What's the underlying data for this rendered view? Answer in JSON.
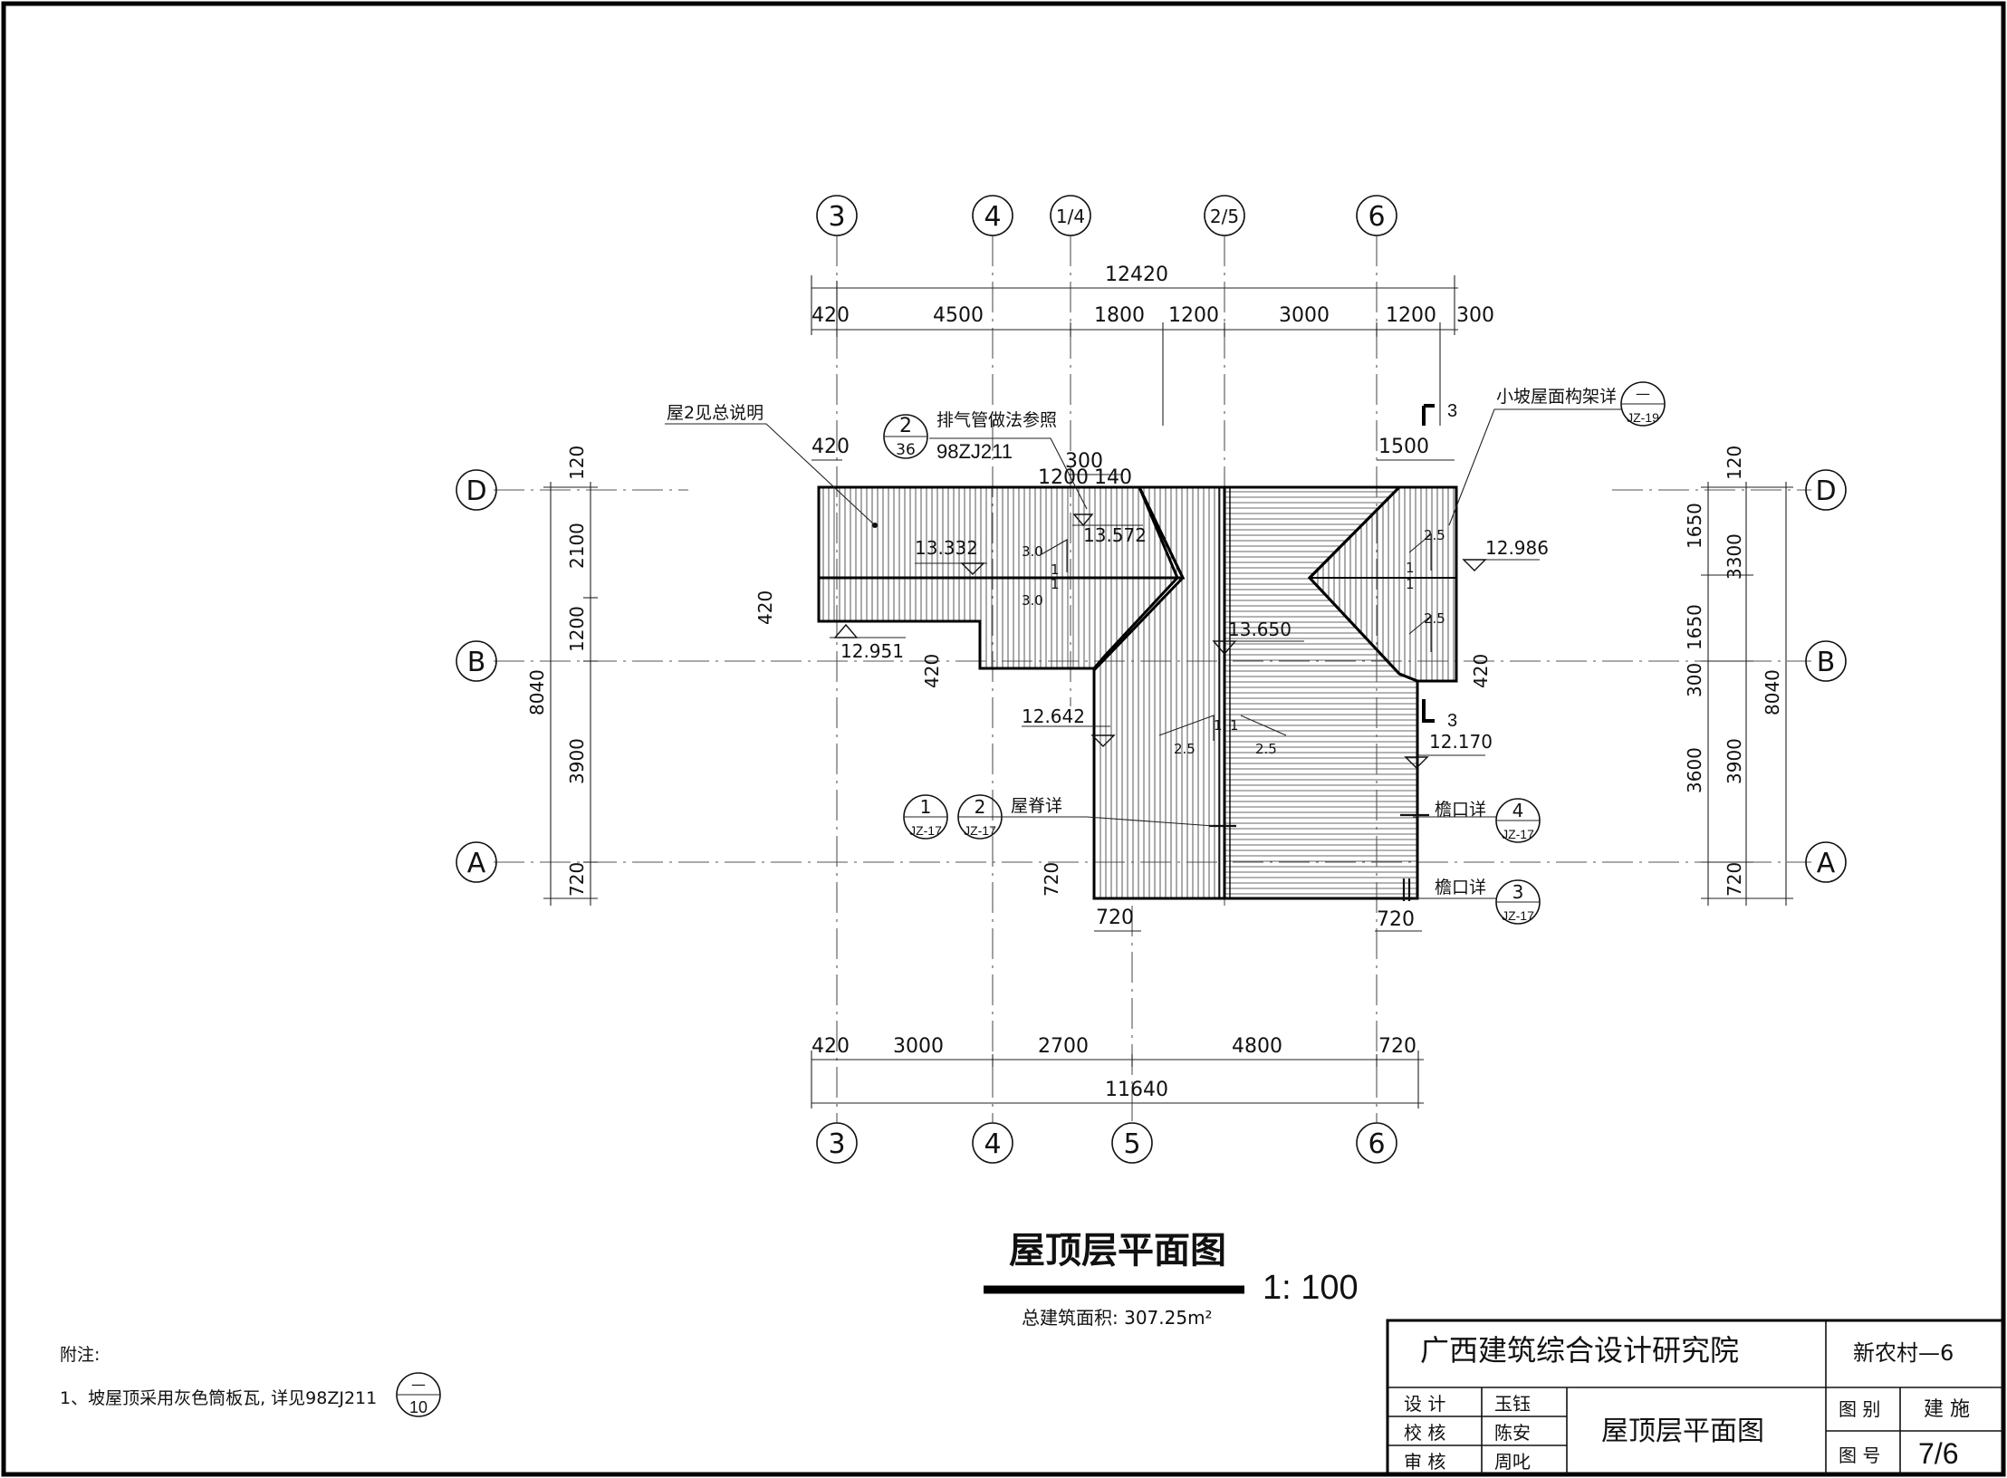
{
  "grid_top": [
    "3",
    "4",
    "1/4",
    "2/5",
    "6"
  ],
  "grid_bottom": [
    "3",
    "4",
    "5",
    "6"
  ],
  "grid_rows": [
    "D",
    "B",
    "A"
  ],
  "dims_top": {
    "total": "12420",
    "segments": [
      "420",
      "4500",
      "1800",
      "1200",
      "3000",
      "1200",
      "300"
    ],
    "extra": [
      "420",
      "1500",
      "300",
      "1200",
      "140"
    ]
  },
  "dims_bottom": {
    "total": "11640",
    "segments": [
      "420",
      "3000",
      "2700",
      "4800",
      "720"
    ],
    "extra": [
      "720",
      "720"
    ]
  },
  "dims_left": {
    "total": "8040",
    "segments": [
      "120",
      "2100",
      "1200",
      "3900",
      "720"
    ],
    "extra": [
      "420",
      "420",
      "720"
    ]
  },
  "dims_right": {
    "total": "8040",
    "outer": [
      "120",
      "3300",
      "3900",
      "720"
    ],
    "inner": [
      "1650",
      "1650",
      "300",
      "3600"
    ],
    "extra": [
      "420"
    ]
  },
  "elevations": [
    "13.332",
    "13.572",
    "12.951",
    "13.650",
    "12.642",
    "12.986",
    "12.170"
  ],
  "slopes": [
    "3.0",
    "3.0",
    "1",
    "1",
    "2.5",
    "2.5",
    "2.5",
    "2.5",
    "1",
    "1",
    "1",
    "1"
  ],
  "callouts": {
    "roof_note": "屋2见总说明",
    "vent_pipe": "排气管做法参照",
    "vent_ref_num": "2",
    "vent_ref_page": "36",
    "vent_std": "98ZJ211",
    "small_roof": "小坡屋面构架详",
    "small_roof_num": "—",
    "small_roof_page": "JZ-19",
    "ridge": "屋脊详",
    "ridge_ref1_num": "1",
    "ridge_ref1_page": "JZ-17",
    "ridge_ref2_num": "2",
    "ridge_ref2_page": "JZ-17",
    "eave1": "檐口详",
    "eave1_num": "4",
    "eave1_page": "JZ-17",
    "eave2": "檐口详",
    "eave2_num": "3",
    "eave2_page": "JZ-17",
    "section_num": "3"
  },
  "title": {
    "name": "屋顶层平面图",
    "scale": "1: 100",
    "area": "总建筑面积: 307.25m²"
  },
  "notes": {
    "header": "附注:",
    "item1": "1、坡屋顶采用灰色筒板瓦, 详见98ZJ211",
    "ref_num": "—",
    "ref_page": "10"
  },
  "title_block": {
    "institute": "广西建筑综合设计研究院",
    "project": "新农村—6",
    "design_label": "设 计",
    "design_name": "玉钰",
    "check_label": "校 核",
    "check_name": "陈安",
    "review_label": "审 核",
    "review_name": "周叱",
    "drawing_title": "屋顶层平面图",
    "category_label": "图 别",
    "category_value": "建 施",
    "number_label": "图 号",
    "number_value": "7/6"
  }
}
